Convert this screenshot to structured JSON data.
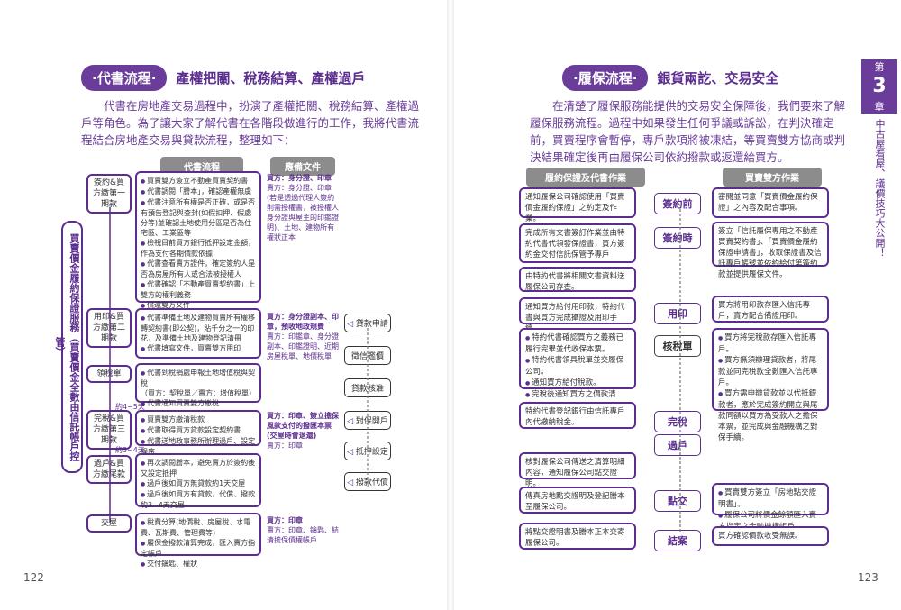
{
  "left": {
    "section": {
      "pill": "·代書流程·",
      "subtitle": "產權把關、稅務結算、產權過戶"
    },
    "intro": "代書在房地產交易過程中，扮演了產權把關、稅務結算、產權過戶等角色。為了讓大家了解代書在各階段做進行的工作，我將代書流程結合房地產交易與貸款流程，整理如下：",
    "headers": {
      "agent": "代書流程",
      "docs": "應備文件"
    },
    "vertical_banner": "買賣價金履約保證服務（買賣價金全數由信託帳戶控管）",
    "stages": [
      "簽約&買方繳第一期款",
      "用印&買方繳第二期款",
      "領稅單",
      "完稅&買方繳第三期款",
      "過戶&買方繳尾款",
      "交屋"
    ],
    "stage_tasks": [
      [
        "買賣雙方簽立不動產買賣契約書",
        "代書調閱「謄本」，確認產權無虞",
        "代書注意所有權是否正確，或是否有預告登記與查封(如假扣押、假處分等)並確認土地使用分區是否為住宅區、工業區等",
        "檢視目前買方銀行抵押設定金額，作為支付各期價款依據",
        "代書查看賣方證件，確定簽約人是否為房屋所有人或合法被授權人",
        "代書確認「不動產買賣契約書」上雙方的權利義務",
        "償還雙方文件"
      ],
      [
        "代書準備土地及建物買賣所有權移轉契約書(即公契)，貼千分之一的印花，及準備土地及建物登記清冊",
        "代書填寫文件，買賣雙方用印"
      ],
      [
        "代書到稅捐處申報土地增值稅與契稅",
        "（買方：契稅單／賣方：增值稅單）",
        "代書通知買賣雙方繳稅"
      ],
      [
        "買賣雙方繳清稅款",
        "代書取得買方貸款設定契約書",
        "代書送地政事務所辦理過戶、設定程序"
      ],
      [
        "再次調閱謄本，避免賣方於簽約後又設定抵押",
        "過戶後如買方無貸款約1天交屋",
        "過戶後如買方有貸款，代償、撥款約3~4天交屋"
      ],
      [
        "稅費分算(地價稅、房屋稅、水電費、瓦斯費、管理費等)",
        "履保金撥款清算完成，匯入賣方指定帳戶",
        "交付鑰匙、權狀"
      ]
    ],
    "docs": [
      {
        "title": "買方：身分證、印章",
        "body": "賣方：身分證、印章(若是透過代理人簽約則需授權書，被授權人身分證與屋主的印鑑證明)、土地、建物所有權狀正本"
      },
      {
        "title": "買方：身分證副本、印章，預收地政規費",
        "body": "賣方：印鑑章、身分證副本、印鑑證明、近期房屋稅單、地價稅單"
      },
      {
        "title": "買方：印章、簽立擔保風款支付的撥匯本票(交屋時會退還)",
        "body": "賣方：印章"
      },
      {
        "title": "買方：印章",
        "body": "賣方：印章、鑰匙、結清擔保債權帳戶"
      }
    ],
    "loan_steps": [
      "貸款申請",
      "徵信鑑價",
      "貸款核准",
      "對保開戶",
      "抵押設定",
      "撥款代償"
    ],
    "day_notes": [
      "約4~5天",
      "約3~4天"
    ],
    "page_number": "122"
  },
  "right": {
    "section": {
      "pill": "·履保流程·",
      "subtitle": "銀貨兩訖、交易安全"
    },
    "intro": "在清楚了履保服務能提供的交易安全保障後，我們要來了解履保服務流程。過程中如果發生任何爭議或訴訟，在判決確定前，買賣程序會暫停，專戶款項將被凍結，等買賣雙方協商或判決結果確定後再由履保公司依約撥款或返還給買方。",
    "headers": {
      "left": "履約保證及代書作業",
      "right": "買賣雙方作業"
    },
    "steps": [
      "簽約前",
      "簽約時",
      "用印",
      "核稅單",
      "完稅",
      "過戶",
      "點交",
      "結案"
    ],
    "left_boxes": [
      "通知履保公司確認使用「買賣價金履約保證」之約定及作業。",
      "完成所有文書簽訂作業並由特約代書代領發保證書，買方簽約金交付信託保管予專戶",
      "由特約代書將相關文書資料送履保公司存查。",
      "通知買方給付用印款，特約代書與買方完成攝證及用印手續。",
      "特約代書確認買方之義務已履行完畢並代收保本票。|特約代書領具稅單並交履保公司。|通知買方給付稅款。|完稅後通知買方之價款清繳。",
      "特約代書登記銀行由信託專戶內代繳納稅金。",
      "核對履保公司傳送之清算明細內容，通知履保公司點交證明。",
      "傳真房地點交證明及登記謄本至履保公司。",
      "將點交證明書及謄本正本交寄履保公司。"
    ],
    "right_boxes": [
      "審閱並同意「買賣價金履約保證」之內容及配合事項。",
      "簽立「信託履保專用之不動產買賣契約書」、「買賣價金履約保證申請書」，收取保證書及信託專戶帳號並依約給付第簽約款並提供履保文件。",
      "買方將用印款存匯入信託專戶，賣方配合備證用印。",
      "買方將完稅款存匯入信託專戶。|買方無須辦理貸款者，將尾款並同完稅款全數匯入信託專戶。|買方需申辦貸款並以代抵銀款者，應於完成簽約開立與尾款同額以買方為受款人之擔保本票，並完成與金融機構之對保手續。",
      "買賣雙方簽立「房地點交證明書」。|履保公司將價金餘額匯入賣方指定之金融機構帳戶。",
      "買方確認價款收受無誤。"
    ],
    "chapter": {
      "label_top": "第",
      "number": "3",
      "label_bottom": "章",
      "title": "中古屋看屋、議價技巧大公開！"
    },
    "page_number": "123"
  }
}
